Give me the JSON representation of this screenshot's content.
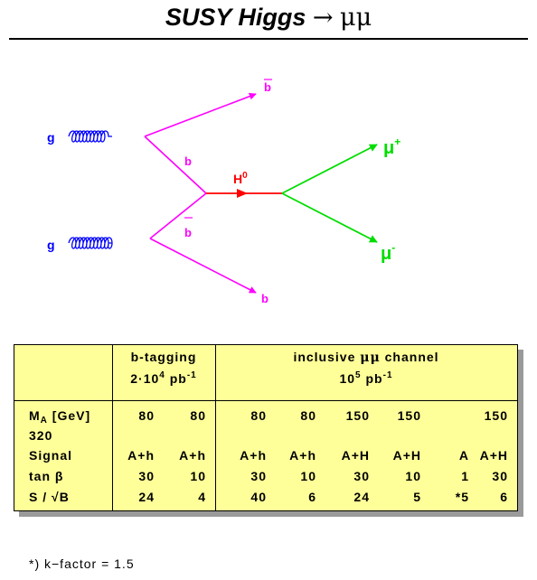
{
  "title": {
    "text": "SUSY Higgs",
    "arrow": "→",
    "mumu": "μμ"
  },
  "diagram": {
    "gluon_label_top": "g",
    "gluon_label_bottom": "g",
    "b_bar_top": "b",
    "b_mid": "b",
    "b_bar_mid": "b",
    "b_bottom": "b",
    "higgs": "H",
    "higgs_sup": "0",
    "mu_plus": "μ",
    "mu_plus_sup": "+",
    "mu_minus": "μ",
    "mu_minus_sup": "-",
    "colors": {
      "gluon": "#0000ff",
      "quark": "#ff00ff",
      "higgs": "#ff0000",
      "muon": "#00dd00"
    }
  },
  "table": {
    "btag_header": "b-tagging",
    "btag_lumi_a": "2·10",
    "btag_lumi_exp": "4",
    "btag_lumi_b": " pb",
    "btag_lumi_inv": "-1",
    "incl_header_a": "inclusive ",
    "incl_header_mu": "μμ",
    "incl_header_b": " channel",
    "incl_lumi_a": "10",
    "incl_lumi_exp": "5",
    "incl_lumi_b": " pb",
    "incl_lumi_inv": "-1",
    "rows": [
      {
        "label_main": "M",
        "label_sub": "A",
        "label_rest": " [GeV]",
        "values": [
          "80",
          "80",
          "80",
          "80",
          "150",
          "150",
          "",
          "150"
        ]
      },
      {
        "label_main": "320",
        "label_sub": "",
        "label_rest": "",
        "values": [
          "",
          "",
          "",
          "",
          "",
          "",
          "",
          ""
        ]
      },
      {
        "label_main": "Signal",
        "label_sub": "",
        "label_rest": "",
        "values": [
          "A+h",
          "A+h",
          "A+h",
          "A+h",
          "A+H",
          "A+H",
          "A",
          "A+H"
        ]
      },
      {
        "label_main": "tan β",
        "label_sub": "",
        "label_rest": "",
        "values": [
          "30",
          "10",
          "30",
          "10",
          "30",
          "10",
          "1",
          "30"
        ]
      },
      {
        "label_main": "S / √B",
        "label_sub": "",
        "label_rest": "",
        "values": [
          "24",
          "4",
          "40",
          "6",
          "24",
          "5",
          "*5",
          "6"
        ]
      }
    ]
  },
  "footnote": "*)  k−factor = 1.5"
}
